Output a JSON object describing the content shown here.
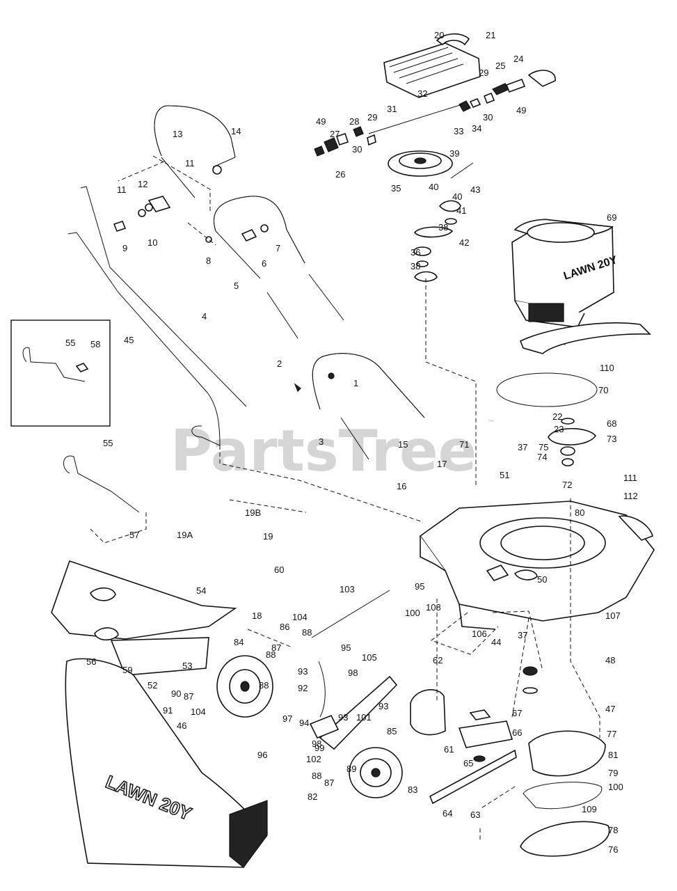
{
  "watermark": {
    "text": "PartsTree",
    "trademark": "™"
  },
  "printed_text": {
    "engine_brand": "LAWN 20Y",
    "bag_brand": "LAWN 20Y"
  },
  "callouts": [
    "1",
    "2",
    "3",
    "4",
    "5",
    "6",
    "7",
    "8",
    "9",
    "10",
    "11",
    "11",
    "12",
    "13",
    "14",
    "15",
    "16",
    "17",
    "18",
    "19",
    "19A",
    "19B",
    "20",
    "21",
    "22",
    "23",
    "24",
    "25",
    "26",
    "27",
    "28",
    "29",
    "29",
    "30",
    "30",
    "31",
    "32",
    "33",
    "34",
    "35",
    "36",
    "37",
    "37",
    "38",
    "38",
    "39",
    "40",
    "40",
    "41",
    "42",
    "43",
    "44",
    "45",
    "46",
    "47",
    "48",
    "49",
    "49",
    "50",
    "51",
    "52",
    "53",
    "54",
    "55",
    "55",
    "56",
    "57",
    "58",
    "59",
    "60",
    "61",
    "62",
    "63",
    "64",
    "65",
    "66",
    "67",
    "68",
    "69",
    "70",
    "71",
    "72",
    "73",
    "74",
    "75",
    "76",
    "77",
    "78",
    "79",
    "80",
    "81",
    "82",
    "83",
    "84",
    "85",
    "86",
    "87",
    "87",
    "87",
    "88",
    "88",
    "88",
    "88",
    "89",
    "90",
    "91",
    "92",
    "93",
    "93",
    "93",
    "94",
    "95",
    "95",
    "96",
    "97",
    "98",
    "98",
    "99",
    "100",
    "100",
    "101",
    "102",
    "103",
    "104",
    "104",
    "105",
    "106",
    "107",
    "108",
    "109",
    "110",
    "111",
    "112"
  ]
}
